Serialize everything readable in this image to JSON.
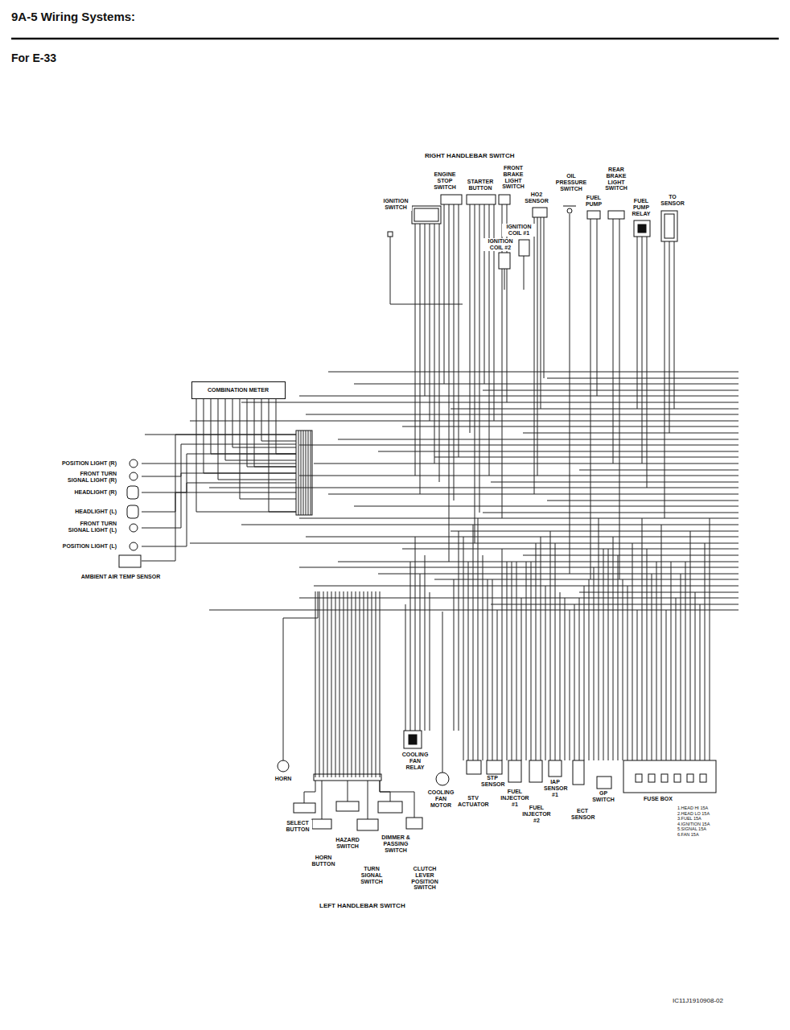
{
  "diagram": {
    "title": "9A-5 Wiring Systems:",
    "nodes": [
      {
        "text": [
          "IGNITION SWITCH"
        ]
      },
      {
        "text": [
          "ENGINE STOP SWITCH"
        ]
      },
      {
        "text": [
          "STARTER BUTTON"
        ]
      },
      {
        "text": [
          "FRONT BRAKE LIGHT SWITCH"
        ]
      },
      {
        "text": [
          "HO2 SENSOR"
        ]
      },
      {
        "text": [
          "OIL PRESSURE SWITCH"
        ]
      },
      {
        "text": [
          "FUEL PUMP"
        ]
      },
      {
        "text": [
          "REAR BRAKE LIGHT SWITCH"
        ]
      },
      {
        "text": [
          "FUEL PUMP RELAY"
        ]
      },
      {
        "text": [
          "TO SENSOR"
        ]
      },
      {
        "text": [
          "IGNITION COIL #1"
        ]
      },
      {
        "text": [
          "IGNITION COIL #2"
        ]
      },
      {
        "text": [
          "COMBINATION METER"
        ]
      },
      {
        "text": [
          "POSITION LIGHT (R)"
        ]
      },
      {
        "text": [
          "FRONT TURN SIGNAL LIGHT (R)"
        ]
      },
      {
        "text": [
          "HEADLIGHT (R)"
        ]
      },
      {
        "text": [
          "HEADLIGHT (L)"
        ]
      },
      {
        "text": [
          "FRONT TURN SIGNAL LIGHT (L)"
        ]
      },
      {
        "text": [
          "POSITION LIGHT (L)"
        ]
      },
      {
        "text": [
          "AMBIENT AIR TEMP SENSOR"
        ]
      },
      {
        "text": [
          "HORN"
        ]
      },
      {
        "text": [
          "COOLING FAN RELAY"
        ]
      },
      {
        "text": [
          "COOLING FAN MOTOR"
        ]
      },
      {
        "text": [
          "STP SENSOR"
        ]
      },
      {
        "text": [
          "STV ACTUATOR"
        ]
      },
      {
        "text": [
          "FUEL INJECTOR #1"
        ]
      },
      {
        "text": [
          "IAP SENSOR #1"
        ]
      },
      {
        "text": [
          "FUEL INJECTOR #2"
        ]
      },
      {
        "text": [
          "ECT SENSOR"
        ]
      },
      {
        "text": [
          "GP SWITCH"
        ]
      },
      {
        "text": [
          "FUSE BOX"
        ]
      },
      {
        "text": [
          "SELECT BUTTON"
        ]
      },
      {
        "text": [
          "HAZARD SWITCH"
        ]
      },
      {
        "text": [
          "HORN BUTTON"
        ]
      },
      {
        "text": [
          "DIMMER & PASSING SWITCH"
        ]
      },
      {
        "text": [
          "TURN SIGNAL SWITCH"
        ]
      },
      {
        "text": [
          "CLUTCH LEVER POSITION SWITCH"
        ]
      }
    ],
    "labels": [
      "For E-33",
      "RIGHT HANDLEBAR SWITCH",
      "LEFT HANDLEBAR SWITCH",
      "1.HEAD HI 15A",
      "2.HEAD LO 15A",
      "3.FUEL 15A",
      "4.IGNITION 15A",
      "5.SIGNAL 15A",
      "6.FAN 15A",
      "IC11J1910908-02"
    ]
  }
}
